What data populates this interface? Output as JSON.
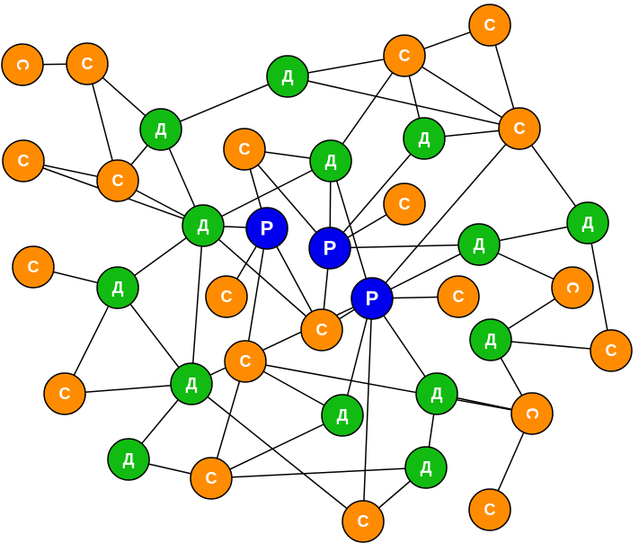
{
  "node_types": {
    "C": {
      "label": "C",
      "color": "#ff8c00"
    },
    "D": {
      "label": "Д",
      "color": "#11bb11"
    },
    "P": {
      "label": "P",
      "color": "#0000ee"
    }
  },
  "nodes": [
    {
      "id": "c1",
      "type": "C",
      "flipped": true
    },
    {
      "id": "c2",
      "type": "C"
    },
    {
      "id": "c3",
      "type": "C"
    },
    {
      "id": "d1",
      "type": "D"
    },
    {
      "id": "d2",
      "type": "D"
    },
    {
      "id": "c4",
      "type": "C"
    },
    {
      "id": "c5",
      "type": "C"
    },
    {
      "id": "d3",
      "type": "D"
    },
    {
      "id": "c6",
      "type": "C"
    },
    {
      "id": "c7",
      "type": "C"
    },
    {
      "id": "c8",
      "type": "C"
    },
    {
      "id": "c9",
      "type": "C"
    },
    {
      "id": "d4",
      "type": "D"
    },
    {
      "id": "c10",
      "type": "C"
    },
    {
      "id": "d5",
      "type": "D"
    },
    {
      "id": "p1",
      "type": "P"
    },
    {
      "id": "p2",
      "type": "P"
    },
    {
      "id": "d6",
      "type": "D"
    },
    {
      "id": "d7",
      "type": "D"
    },
    {
      "id": "c11",
      "type": "C"
    },
    {
      "id": "d8",
      "type": "D"
    },
    {
      "id": "c12",
      "type": "C"
    },
    {
      "id": "p3",
      "type": "P"
    },
    {
      "id": "c13",
      "type": "C"
    },
    {
      "id": "c14",
      "type": "C",
      "flipped": true
    },
    {
      "id": "c15",
      "type": "C"
    },
    {
      "id": "d9",
      "type": "D"
    },
    {
      "id": "c16",
      "type": "C"
    },
    {
      "id": "c17",
      "type": "C"
    },
    {
      "id": "d10",
      "type": "D"
    },
    {
      "id": "c18",
      "type": "C"
    },
    {
      "id": "d11",
      "type": "D"
    },
    {
      "id": "d12",
      "type": "D"
    },
    {
      "id": "c19",
      "type": "C",
      "flipped": true
    },
    {
      "id": "d13",
      "type": "D"
    },
    {
      "id": "c20",
      "type": "C"
    },
    {
      "id": "d14",
      "type": "D"
    },
    {
      "id": "c21",
      "type": "C"
    },
    {
      "id": "c22",
      "type": "C"
    }
  ],
  "edges": [
    [
      "c1",
      "c2"
    ],
    [
      "c2",
      "c6"
    ],
    [
      "c2",
      "d3"
    ],
    [
      "c3",
      "d3"
    ],
    [
      "d3",
      "d1"
    ],
    [
      "d3",
      "d5"
    ],
    [
      "d3",
      "c6"
    ],
    [
      "c3",
      "c8"
    ],
    [
      "d1",
      "c4"
    ],
    [
      "d1",
      "c5"
    ],
    [
      "c5",
      "c4"
    ],
    [
      "c4",
      "c10"
    ],
    [
      "c5",
      "c9"
    ],
    [
      "c4",
      "d2"
    ],
    [
      "c10",
      "d2"
    ],
    [
      "d2",
      "p2"
    ],
    [
      "d2",
      "p1"
    ],
    [
      "c7",
      "c6"
    ],
    [
      "c6",
      "d5"
    ],
    [
      "c8",
      "d5"
    ],
    [
      "d5",
      "d6"
    ],
    [
      "d5",
      "c11"
    ],
    [
      "c13",
      "d7"
    ],
    [
      "d7",
      "c15"
    ],
    [
      "d7",
      "d8"
    ],
    [
      "d6",
      "c15"
    ],
    [
      "d6",
      "d10"
    ],
    [
      "d6",
      "c21"
    ],
    [
      "c9",
      "c18"
    ],
    [
      "c12",
      "p1"
    ],
    [
      "p1",
      "c16"
    ],
    [
      "p1",
      "c17"
    ],
    [
      "d4",
      "p1"
    ],
    [
      "d4",
      "p3"
    ],
    [
      "p2",
      "c11"
    ],
    [
      "c11",
      "p3"
    ],
    [
      "p2",
      "d9"
    ],
    [
      "p3",
      "c9"
    ],
    [
      "p3",
      "c15"
    ],
    [
      "p3",
      "c16"
    ],
    [
      "p3",
      "d12"
    ],
    [
      "p3",
      "d13"
    ],
    [
      "p3",
      "c21"
    ],
    [
      "c18",
      "d11"
    ],
    [
      "c18",
      "d13"
    ],
    [
      "c18",
      "d10"
    ],
    [
      "c14",
      "d9"
    ],
    [
      "d9",
      "d11"
    ],
    [
      "d9",
      "d8"
    ],
    [
      "d11",
      "c19"
    ],
    [
      "d11",
      "c20"
    ],
    [
      "d12",
      "c19"
    ],
    [
      "d12",
      "d13"
    ],
    [
      "d14",
      "c20"
    ],
    [
      "c20",
      "d13"
    ],
    [
      "c22",
      "c19"
    ],
    [
      "c21",
      "d13"
    ],
    [
      "c16",
      "p2"
    ],
    [
      "c17",
      "d4"
    ],
    [
      "d4",
      "c10"
    ]
  ]
}
